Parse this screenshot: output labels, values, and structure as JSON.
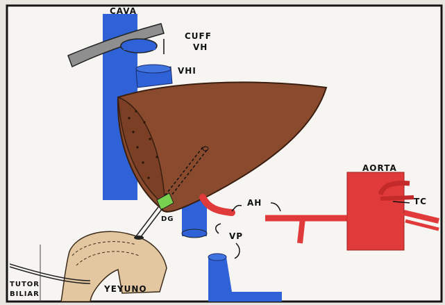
{
  "labels": {
    "cava": "CAVA",
    "cuff": "CUFF",
    "vh": "VH",
    "vhi": "VHI",
    "aorta": "AORTA",
    "tc": "TC",
    "ah": "AH",
    "dg": "DG",
    "vp": "VP",
    "yeyuno": "YEYUNO",
    "tutor_1": "TUTOR",
    "tutor_2": "BILIAR"
  },
  "colors": {
    "vein_blue": "#2e62d6",
    "artery_red": "#e03a3a",
    "liver_brown": "#8a4a2d",
    "jejunum_beige": "#e3c7a0",
    "duct_green": "#77d04e",
    "cuff_gray": "#8f8f8f",
    "paper": "#fafafa",
    "ink": "#111111"
  }
}
